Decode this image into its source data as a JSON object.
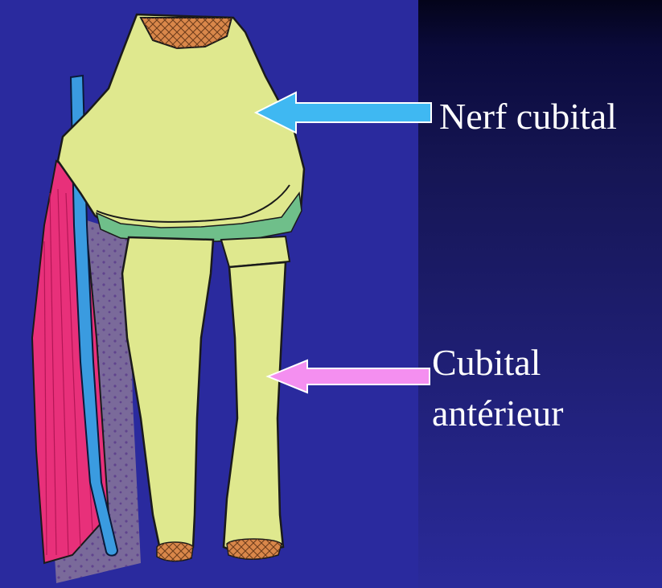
{
  "labels": {
    "nerf_cubital": "Nerf cubital",
    "cubital_line1": "Cubital",
    "cubital_line2": "antérieur"
  },
  "colors": {
    "background_left": "#2a2a9e",
    "bone": "#dfe88e",
    "cartilage": "#6fbf8a",
    "articular_cap": "#d9874a",
    "nerve": "#3a9be0",
    "muscle": "#e8307a",
    "interosseous": "#7a6a9a",
    "arrow_nerf": "#3fb8f2",
    "arrow_muscle": "#f48ff0"
  }
}
